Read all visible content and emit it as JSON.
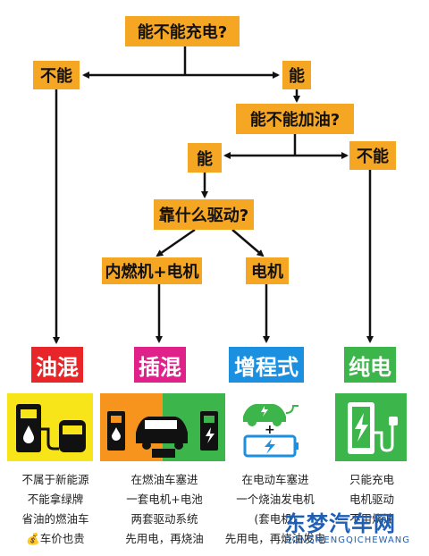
{
  "nodes": {
    "q_charge": "能不能充电?",
    "cannot_charge": "不能",
    "can_charge": "能",
    "q_refuel": "能不能加油?",
    "can_refuel": "能",
    "cannot_refuel": "不能",
    "q_drive": "靠什么驱动?",
    "engine_motor": "内燃机+电机",
    "motor": "电机"
  },
  "categories": [
    {
      "label": "油混",
      "color": "#e8262a"
    },
    {
      "label": "插混",
      "color": "#e0218a"
    },
    {
      "label": "增程式",
      "color": "#1b8fe0"
    },
    {
      "label": "纯电",
      "color": "#3cb54a"
    }
  ],
  "descriptions": {
    "hybrid": [
      "不属于新能源",
      "不能拿绿牌",
      "省油的燃油车",
      "💰车价也贵"
    ],
    "phev": [
      "在燃油车塞进",
      "一套电机+电池",
      "两套驱动系统",
      "先用电，再烧油"
    ],
    "erev": [
      "在电动车塞进",
      "一个烧油发电机",
      "(套电机)",
      "先用电，再烧油发电"
    ],
    "bev": [
      "只能充电",
      "电机驱动",
      "不用烧油"
    ]
  },
  "panel_symbols": {
    "plus": "+"
  },
  "watermark": {
    "title": "东梦汽车网",
    "subtitle": "DONGMENGQICHEWANG"
  },
  "colors": {
    "node": "#f5a623",
    "arrow": "#111111",
    "panel_yellow": "#f7e51a",
    "panel_orange": "#f7941d",
    "panel_green": "#3cb54a"
  }
}
